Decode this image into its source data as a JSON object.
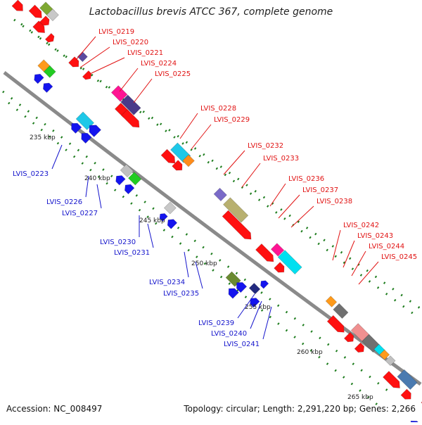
{
  "title": "Lactobacillus brevis ATCC 367, complete genome",
  "footer": {
    "accession": "Accession: NC_008497",
    "summary": "Topology: circular; Length: 2,291,220 bp; Genes: 2,266"
  },
  "colors": {
    "backbone": "#8a8a8a",
    "tick": "#1e7d1e",
    "forward_label": "#e11313",
    "reverse_label": "#1414cc",
    "forward_gene": "#ff1010",
    "reverse_gene": "#1414ee"
  },
  "scale_labels": [
    "235 kbp",
    "240 kbp",
    "245 kbp",
    "250 kbp",
    "255 kbp",
    "260 kbp",
    "265 kbp"
  ],
  "forward_labels": [
    "LVIS_0219",
    "LVIS_0220",
    "LVIS_0221",
    "LVIS_0224",
    "LVIS_0225",
    "LVIS_0228",
    "LVIS_0229",
    "LVIS_0232",
    "LVIS_0233",
    "LVIS_0236",
    "LVIS_0237",
    "LVIS_0238",
    "LVIS_0242",
    "LVIS_0243",
    "LVIS_0244",
    "LVIS_0245"
  ],
  "reverse_labels": [
    "LVIS_0223",
    "LVIS_0226",
    "LVIS_0227",
    "LVIS_0230",
    "LVIS_0231",
    "LVIS_0234",
    "LVIS_0235",
    "LVIS_0239",
    "LVIS_0240",
    "LVIS_0241"
  ]
}
